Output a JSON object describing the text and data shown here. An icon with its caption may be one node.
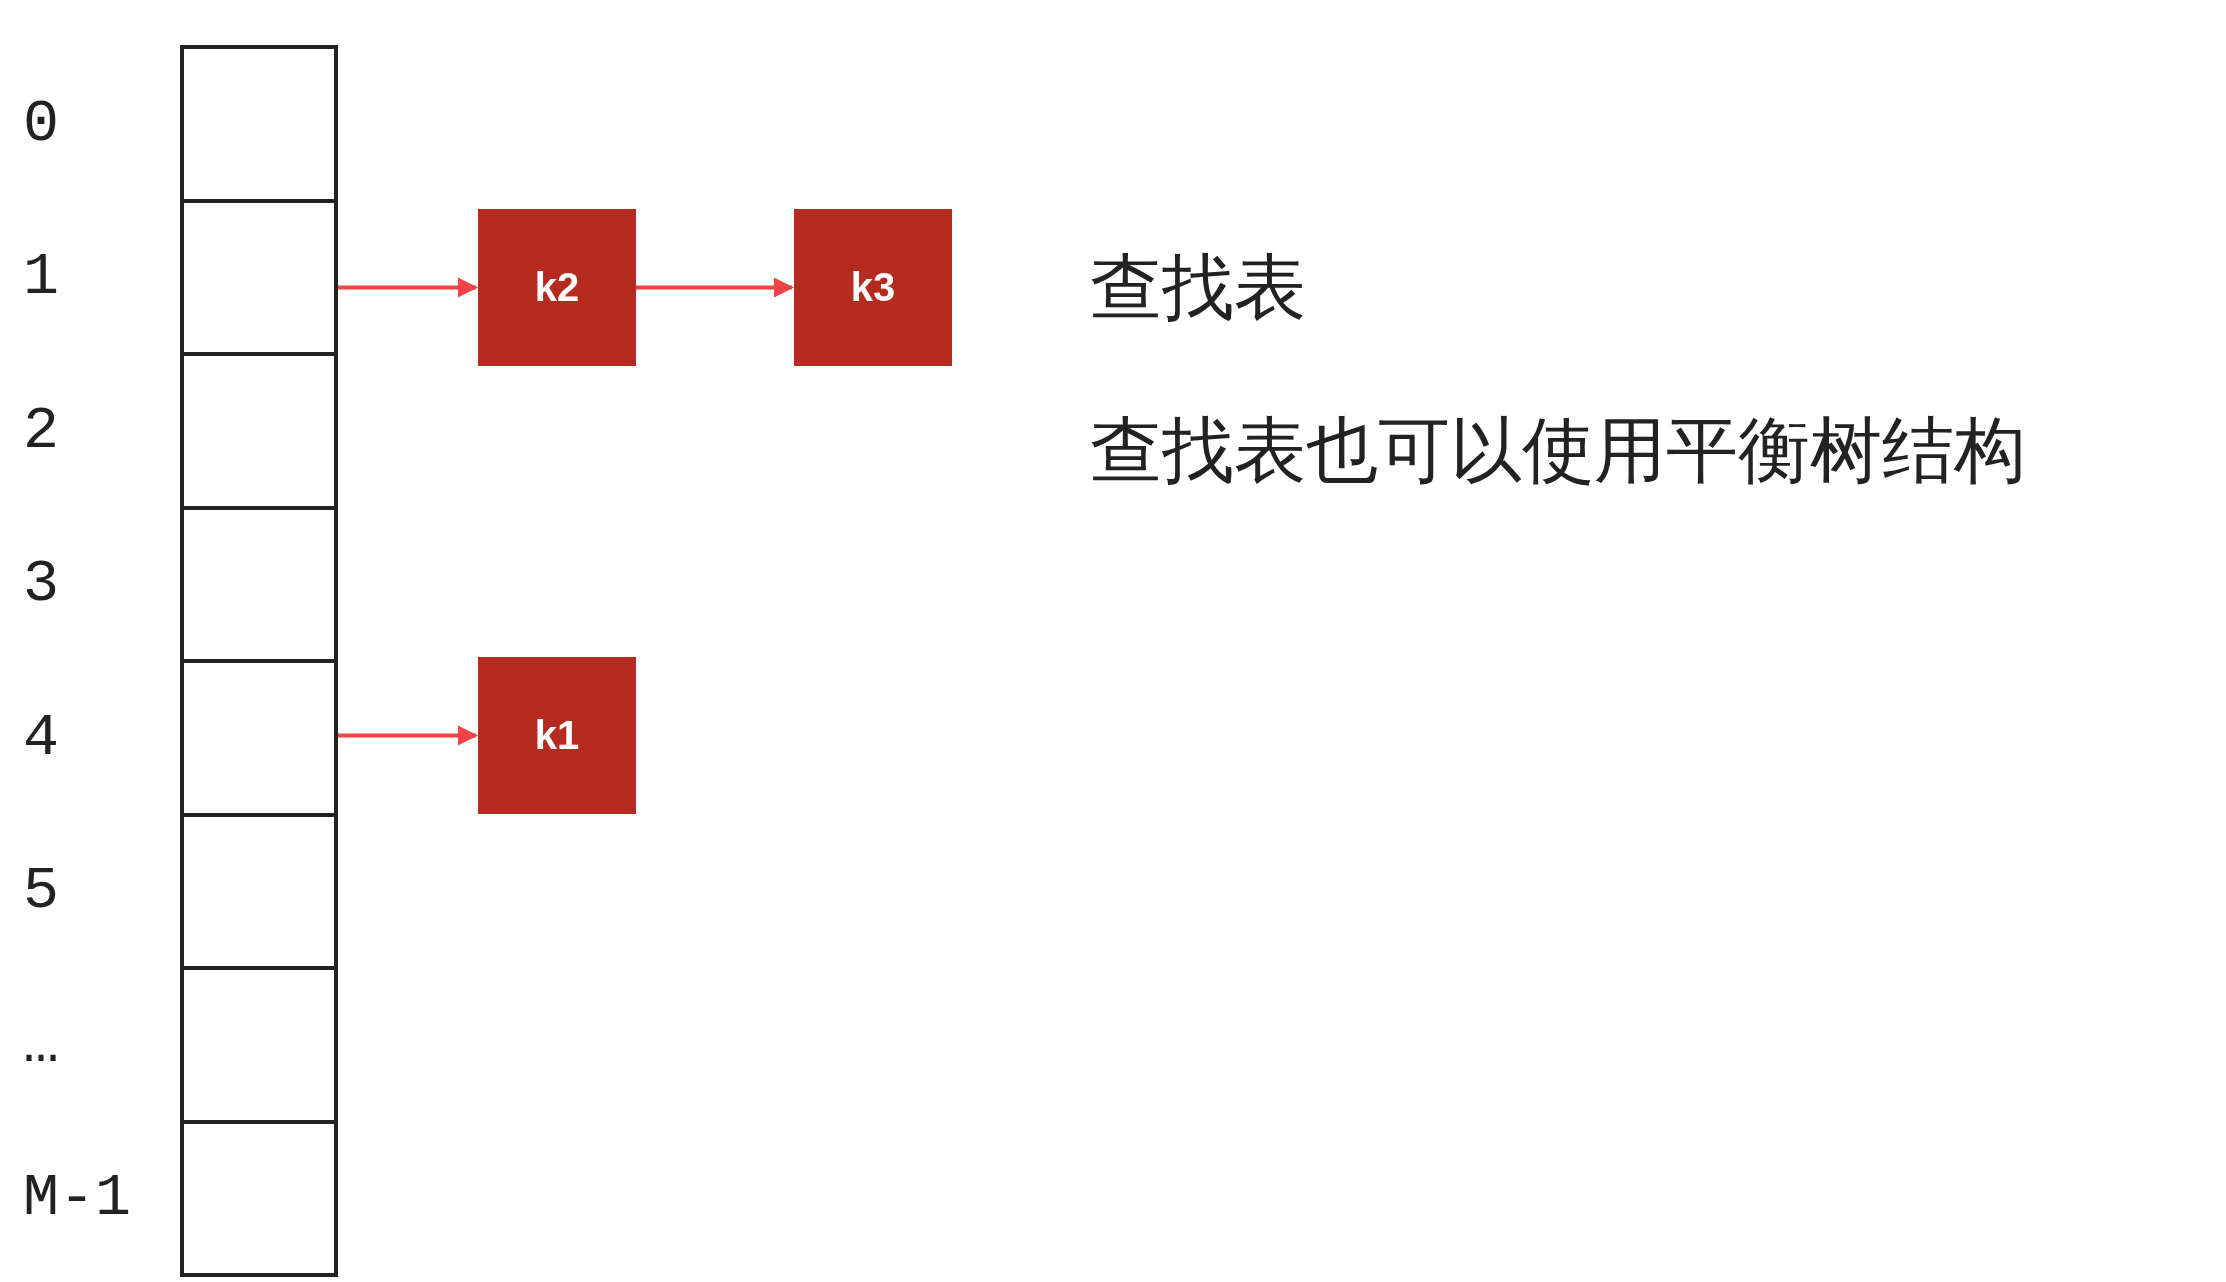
{
  "diagram": {
    "nodes": [
      {
        "text": [],
        "shape": "box",
        "beside": [
          "0"
        ]
      },
      {
        "text": [],
        "shape": "box",
        "beside": [
          "1"
        ]
      },
      {
        "text": [],
        "shape": "box",
        "beside": [
          "2"
        ]
      },
      {
        "text": [],
        "shape": "box",
        "beside": [
          "3"
        ]
      },
      {
        "text": [],
        "shape": "box",
        "beside": [
          "4"
        ]
      },
      {
        "text": [],
        "shape": "box",
        "beside": [
          "5"
        ]
      },
      {
        "text": [],
        "shape": "box",
        "beside": [
          "…"
        ]
      },
      {
        "text": [],
        "shape": "box",
        "beside": [
          "M-1"
        ]
      },
      {
        "text": [
          "k2"
        ]
      },
      {
        "text": [
          "k3"
        ]
      },
      {
        "text": [
          "k1"
        ]
      }
    ],
    "edges": [
      {
        "from": 1,
        "to": 8,
        "arrow": "to"
      },
      {
        "from": 8,
        "to": 9,
        "arrow": "to"
      },
      {
        "from": 4,
        "to": 10,
        "arrow": "to"
      }
    ],
    "labels": [
      "查找表",
      "查找表也可以使用平衡树结构"
    ]
  }
}
